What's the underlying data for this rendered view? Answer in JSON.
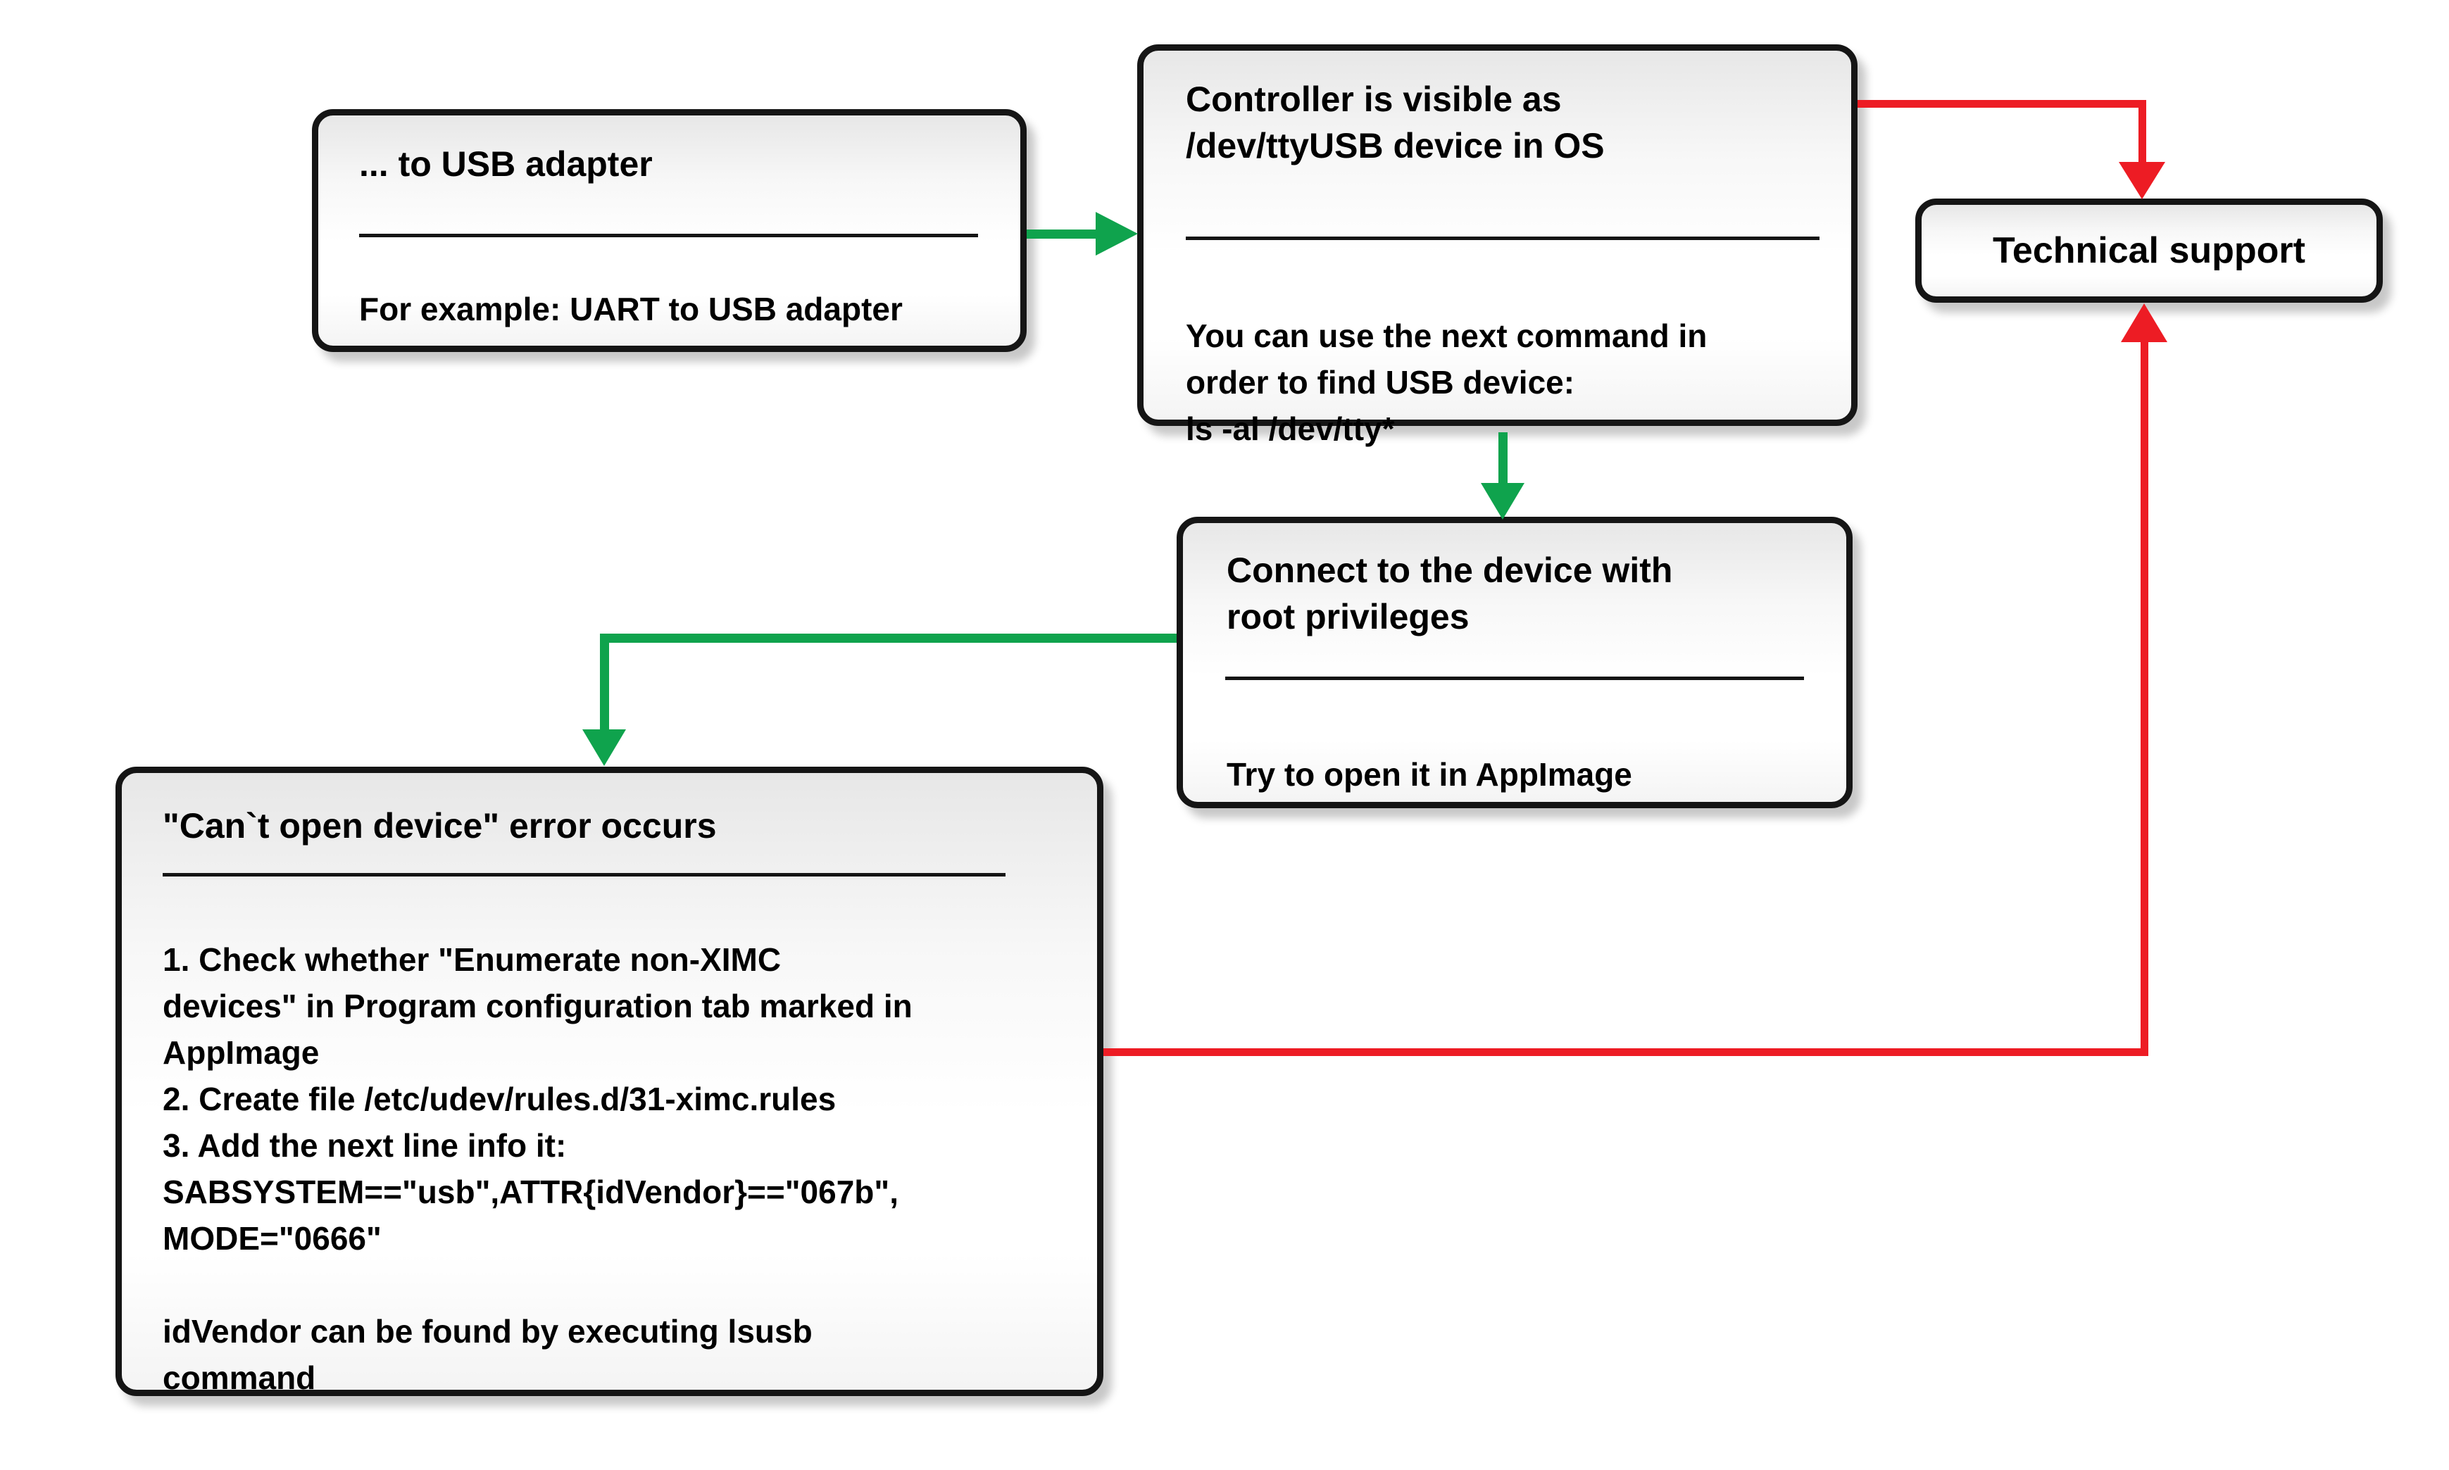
{
  "flowchart": {
    "nodes": {
      "usb_adapter": {
        "title": "... to USB adapter",
        "body": "For example: UART to USB adapter"
      },
      "controller_visible": {
        "title": "Controller is visible as\n/dev/ttyUSB device in OS",
        "body": "You can use the next command in\norder to find USB device:\nls -al /dev/tty*"
      },
      "technical_support": {
        "title": "Technical support"
      },
      "connect_root": {
        "title": "Connect to the device with\nroot privileges",
        "body": "Try to open it in AppImage"
      },
      "cant_open_error": {
        "title": "\"Can`t open device\" error occurs",
        "body": "1. Check whether \"Enumerate non-XIMC\ndevices\" in Program configuration tab marked in\nAppImage\n2. Create file /etc/udev/rules.d/31-ximc.rules\n3. Add the next line info it:\nSABSYSTEM==\"usb\",ATTR{idVendor}==\"067b\",\nMODE=\"0666\"\n\nidVendor can be found by executing lsusb\ncommand"
      }
    },
    "arrows": {
      "adapter_to_controller": {
        "color": "#0fa34d",
        "from": "usb_adapter",
        "to": "controller_visible"
      },
      "controller_to_connect": {
        "color": "#0fa34d",
        "from": "controller_visible",
        "to": "connect_root"
      },
      "connect_to_error": {
        "color": "#0fa34d",
        "from": "connect_root",
        "to": "cant_open_error"
      },
      "controller_to_support": {
        "color": "#ed1c24",
        "from": "controller_visible",
        "to": "technical_support"
      },
      "error_to_support": {
        "color": "#ed1c24",
        "from": "cant_open_error",
        "to": "technical_support"
      }
    },
    "colors": {
      "success_arrow": "#0fa34d",
      "failure_arrow": "#ed1c24",
      "box_border": "#151515",
      "background": "#ffffff"
    }
  }
}
